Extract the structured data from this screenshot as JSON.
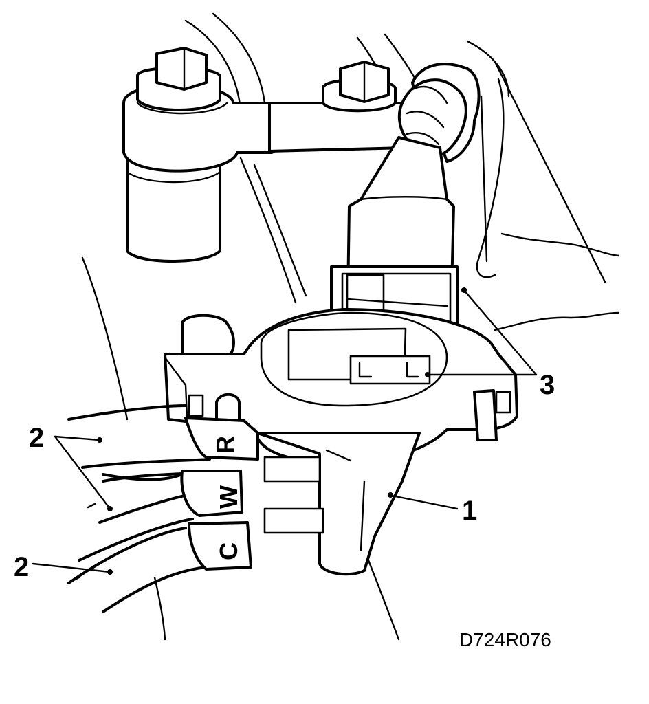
{
  "callouts": {
    "sensor": "1",
    "wires": "2",
    "connector_and_clip": "3"
  },
  "wire_letters": {
    "top": "R",
    "middle": "W",
    "bottom": "C"
  },
  "figure_ref": "D724R076"
}
